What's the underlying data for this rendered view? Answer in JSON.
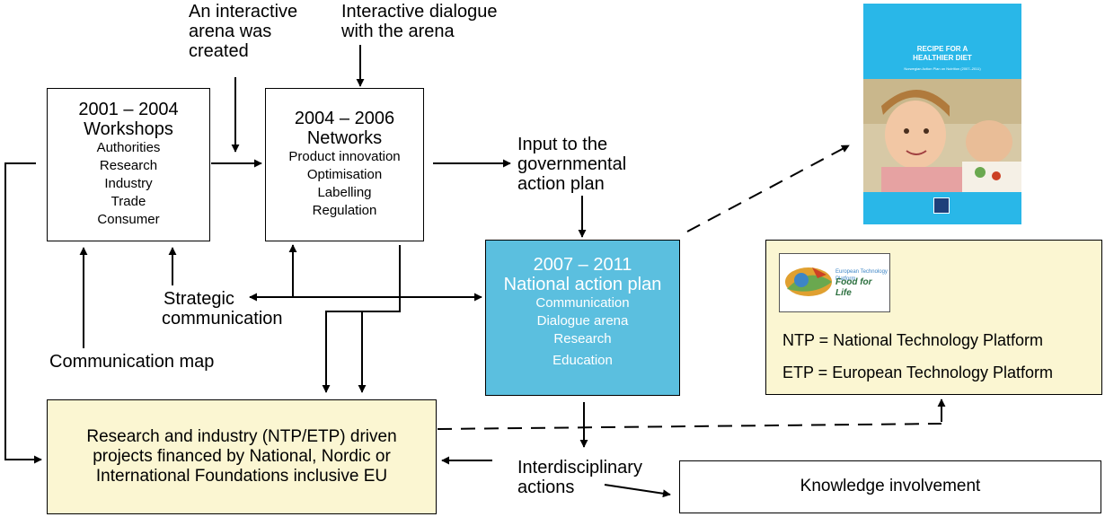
{
  "top_labels": {
    "arena_created": [
      "An interactive",
      "arena was",
      "created"
    ],
    "dialogue": [
      "Interactive dialogue",
      "with the arena"
    ]
  },
  "workshops": {
    "years": "2001 – 2004",
    "title": "Workshops",
    "items": [
      "Authorities",
      "Research",
      "Industry",
      "Trade",
      "Consumer"
    ]
  },
  "networks": {
    "years": "2004 – 2006",
    "title": "Networks",
    "items": [
      "Product innovation",
      "Optimisation",
      "Labelling",
      "Regulation"
    ]
  },
  "input_label": [
    "Input to the",
    "governmental",
    "action plan"
  ],
  "national_plan": {
    "years": "2007  – 2011",
    "title": "National action plan",
    "items": [
      "Communication",
      "Dialogue arena",
      "Research",
      "Education"
    ]
  },
  "strategic_label": [
    "Strategic",
    "communication"
  ],
  "communication_map": "Communication map",
  "research_box": [
    "Research and industry (NTP/ETP) driven",
    "projects financed by National, Nordic or",
    "International Foundations inclusive EU"
  ],
  "interdisciplinary": [
    "Interdisciplinary",
    "actions"
  ],
  "knowledge": "Knowledge involvement",
  "platform": {
    "logo_text": [
      "European Technology Platform",
      "Food for Life"
    ],
    "ntp": "NTP = National Technology Platform",
    "etp": "ETP = European Technology Platform"
  },
  "cover": {
    "title": [
      "RECIPE FOR A",
      "HEALTHIER DIET"
    ],
    "subtitle": "Norwegian Action Plan on Nutrition (2007–2011)"
  },
  "colors": {
    "national_plan_fill": "#5bbfdf",
    "note_fill": "#fbf6d2",
    "cover_fill": "#29b7e8"
  }
}
